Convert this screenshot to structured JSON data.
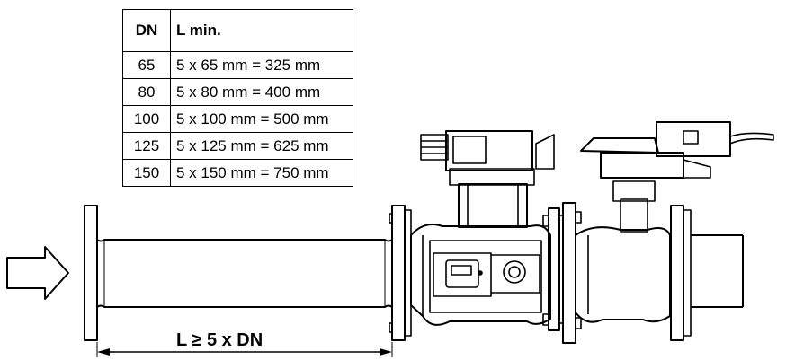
{
  "table": {
    "headers": [
      "DN",
      "L min."
    ],
    "rows": [
      [
        "65",
        "5 x 65 mm = 325 mm"
      ],
      [
        "80",
        "5 x 80 mm = 400 mm"
      ],
      [
        "100",
        "5 x 100 mm = 500 mm"
      ],
      [
        "125",
        "5 x 125 mm = 625 mm"
      ],
      [
        "150",
        "5 x 150 mm = 750 mm"
      ]
    ]
  },
  "dimension_label": "L ≥ 5 x DN"
}
